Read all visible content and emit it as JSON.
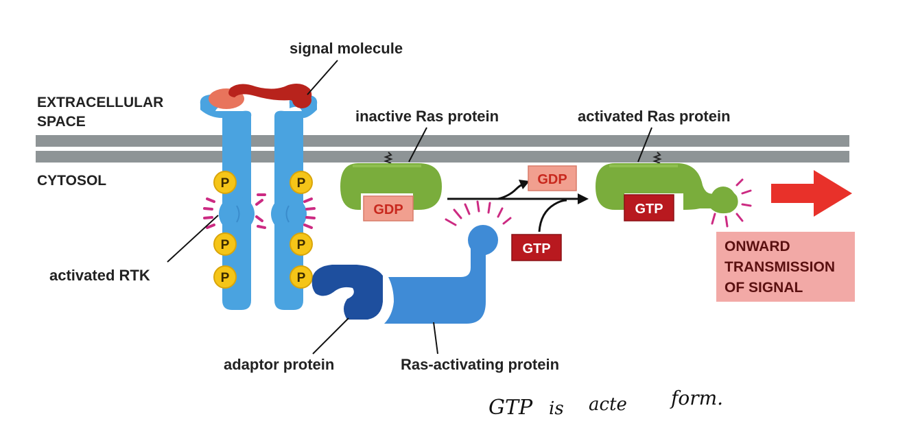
{
  "labels": {
    "signal_molecule": "signal molecule",
    "extracellular_line1": "EXTRACELLULAR",
    "extracellular_line2": "SPACE",
    "cytosol": "CYTOSOL",
    "inactive_ras": "inactive Ras protein",
    "activated_ras": "activated Ras protein",
    "activated_rtk": "activated RTK",
    "adaptor_protein": "adaptor protein",
    "ras_activating_protein": "Ras-activating protein",
    "onward_line1": "ONWARD",
    "onward_line2": "TRANSMISSION",
    "onward_line3": "OF SIGNAL"
  },
  "nucleotides": {
    "gdp_bound": "GDP",
    "gdp_released": "GDP",
    "gtp_incoming": "GTP",
    "gtp_bound": "GTP"
  },
  "phosphate": "P",
  "handwriting": {
    "note_word1": "GTP",
    "note_word2": "is",
    "note_word3": "acte",
    "note_word4": "form."
  },
  "colors": {
    "membrane": "#8e9496",
    "receptor_blue": "#4aa3e0",
    "adaptor_dark_blue": "#1e4f9e",
    "ras_green": "#7aad3c",
    "signal_red": "#b8231c",
    "gdp_pink": "#f19f8f",
    "gtp_dark_red": "#b8191f",
    "phosphate_yellow": "#f5c518",
    "activation_magenta": "#cc2a82",
    "onward_box_pink": "#f2a9a6",
    "arrow_red": "#e8312a"
  }
}
